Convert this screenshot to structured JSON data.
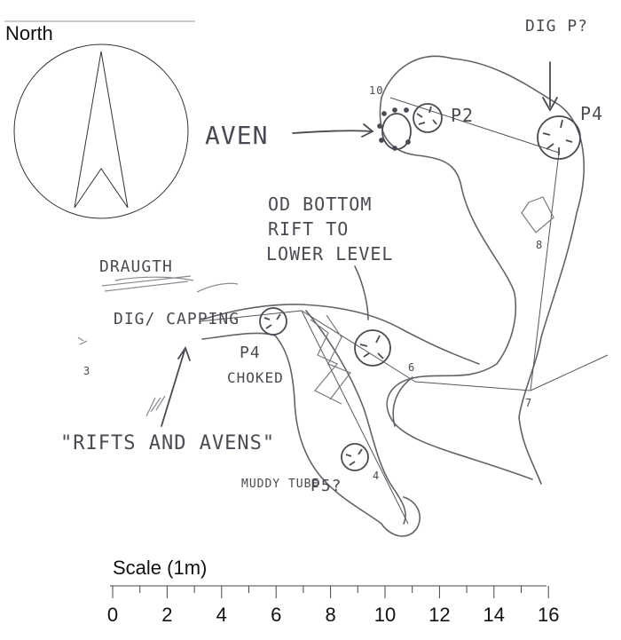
{
  "north_label": "North",
  "scale": {
    "label": "Scale (1m)",
    "ticks": [
      "0",
      "2",
      "4",
      "6",
      "8",
      "10",
      "12",
      "14",
      "16"
    ]
  },
  "labels": {
    "aven": "AVEN",
    "dig_p": "DIG P?",
    "p2": "P2",
    "p4_top": "P4",
    "od_bottom": "OD BOTTOM",
    "rift_to": "RIFT TO",
    "lower_level": "LOWER LEVEL",
    "draught": "DRAUGTH",
    "dig_capping": "DIG/ CAPPING",
    "p4_choked": "P4",
    "choked": "CHOKED",
    "rifts_avens": "\"RIFTS AND AVENS\"",
    "muddy_tube": "MUDDY TUBE",
    "p5": "P5?"
  },
  "station_numbers": [
    "10",
    "8",
    "7",
    "6",
    "4",
    "3"
  ],
  "colors": {
    "pencil": "#55555c",
    "pencil_light": "#8a8a92",
    "ink": "#111111"
  }
}
